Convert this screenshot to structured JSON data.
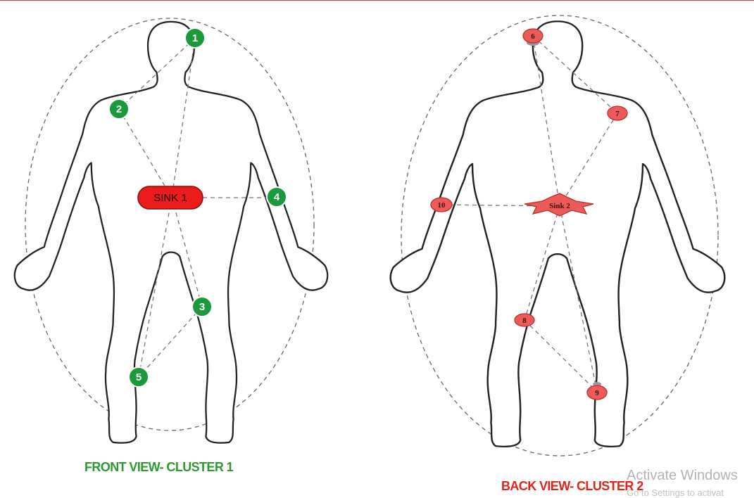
{
  "front": {
    "caption": "FRONT VIEW- CLUSTER 1",
    "sink_label": "SINK 1",
    "nodes": [
      "1",
      "2",
      "3",
      "4",
      "5"
    ],
    "color": "#1a9a3a"
  },
  "back": {
    "caption": "BACK VIEW- CLUSTER 2",
    "sink_label": "Sink 2",
    "nodes": [
      "6",
      "7",
      "8",
      "9",
      "10"
    ],
    "color": "#ec5a5a"
  },
  "watermark": {
    "title": "Activate Windows",
    "subtitle": "Go to Settings to activat"
  }
}
